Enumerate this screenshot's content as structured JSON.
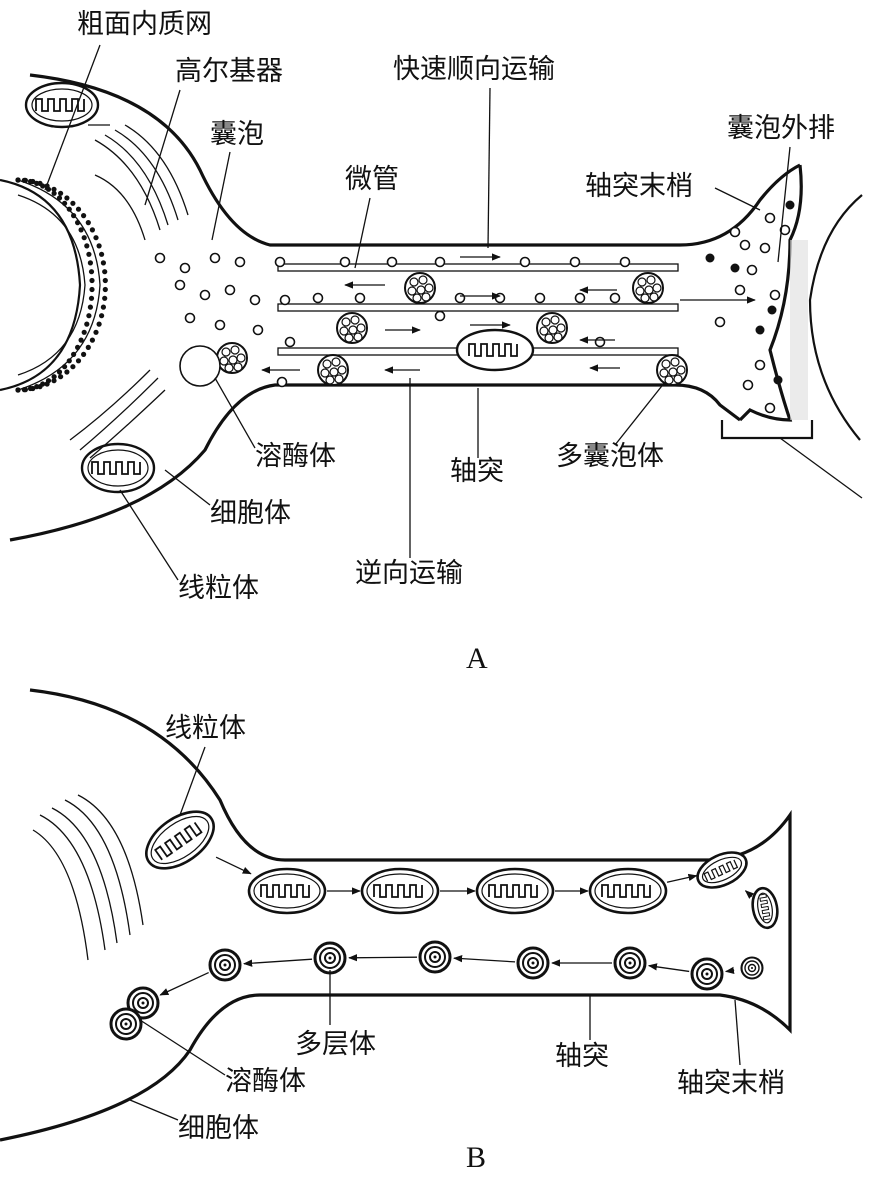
{
  "panel_a": {
    "panel_label": "A",
    "labels": {
      "rough_er": "粗面内质网",
      "golgi": "高尔基器",
      "vesicle": "囊泡",
      "microtubule": "微管",
      "fast_anterograde": "快速顺向运输",
      "exocytosis": "囊泡外排",
      "axon_terminal": "轴突末梢",
      "lysosome": "溶酶体",
      "axon": "轴突",
      "multivesicular_body": "多囊泡体",
      "soma": "细胞体",
      "mitochondrion": "线粒体",
      "retrograde": "逆向运输"
    }
  },
  "panel_b": {
    "panel_label": "B",
    "labels": {
      "mitochondrion": "线粒体",
      "multilamellar_body": "多层体",
      "axon": "轴突",
      "lysosome": "溶酶体",
      "axon_terminal": "轴突末梢",
      "soma": "细胞体"
    }
  }
}
